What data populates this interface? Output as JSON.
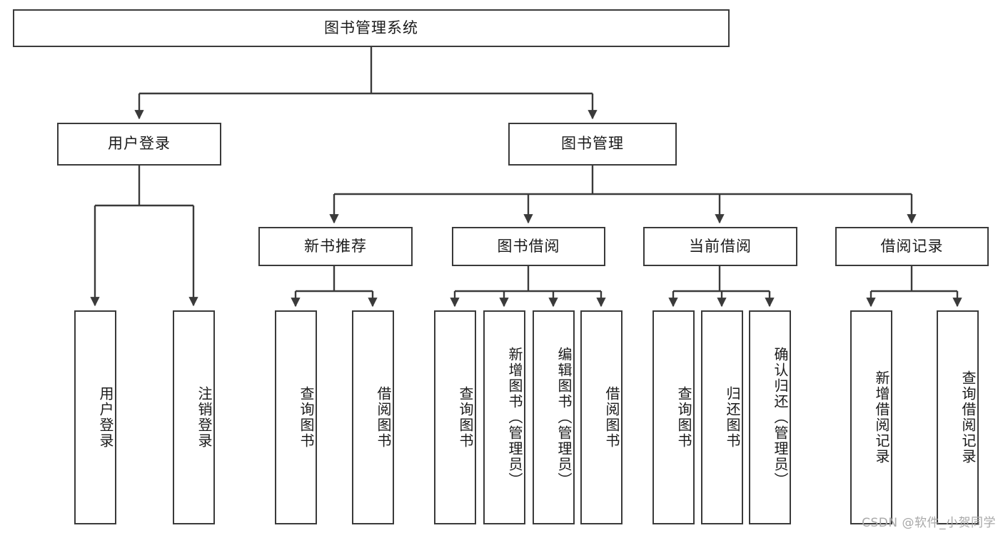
{
  "diagram": {
    "title": "图书管理系统",
    "type": "function-structure-tree",
    "stroke_color": "#3a3a3a",
    "fill_color": "#ffffff",
    "text_color": "#1a1a1a",
    "root": {
      "label": "图书管理系统"
    },
    "level2": [
      {
        "label": "用户登录"
      },
      {
        "label": "图书管理"
      }
    ],
    "level3": [
      {
        "label": "新书推荐"
      },
      {
        "label": "图书借阅"
      },
      {
        "label": "当前借阅"
      },
      {
        "label": "借阅记录"
      }
    ],
    "leaves": {
      "user_login": [
        {
          "label": "用户登录"
        },
        {
          "label": "注销登录"
        }
      ],
      "new_book_recommend": [
        {
          "label": "查询图书"
        },
        {
          "label": "借阅图书"
        }
      ],
      "book_borrow": [
        {
          "label": "查询图书"
        },
        {
          "label": "新增图书（管理员）"
        },
        {
          "label": "编辑图书（管理员）"
        },
        {
          "label": "借阅图书"
        }
      ],
      "current_borrow": [
        {
          "label": "查询图书"
        },
        {
          "label": "归还图书"
        },
        {
          "label": "确认归还（管理员）"
        }
      ],
      "borrow_record": [
        {
          "label": "新增借阅记录"
        },
        {
          "label": "查询借阅记录"
        }
      ]
    }
  },
  "watermark": {
    "text": "CSDN @软件_小贺同学"
  }
}
